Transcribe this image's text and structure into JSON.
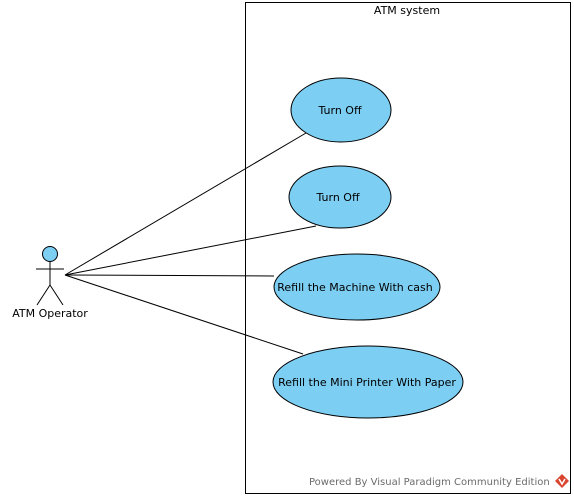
{
  "colors": {
    "use_case_fill": "#7dcef3",
    "actor_fill": "#7dcef3",
    "stroke": "#000000",
    "watermark_text": "#6b6b6b",
    "logo_red": "#d9452f"
  },
  "system": {
    "name": "ATM system"
  },
  "actor": {
    "name": "ATM Operator"
  },
  "use_cases": [
    {
      "label": "Turn Off"
    },
    {
      "label": "Turn Off"
    },
    {
      "label": "Refill the Machine With cash"
    },
    {
      "label": "Refill the Mini Printer With Paper"
    }
  ],
  "associations": [
    {
      "from": "ATM Operator",
      "to": "Turn Off"
    },
    {
      "from": "ATM Operator",
      "to": "Turn Off"
    },
    {
      "from": "ATM Operator",
      "to": "Refill the Machine With cash"
    },
    {
      "from": "ATM Operator",
      "to": "Refill the Mini Printer With Paper"
    }
  ],
  "watermark": {
    "text": "Powered By Visual Paradigm Community Edition",
    "logo_icon": "visual-paradigm-logo-icon"
  }
}
